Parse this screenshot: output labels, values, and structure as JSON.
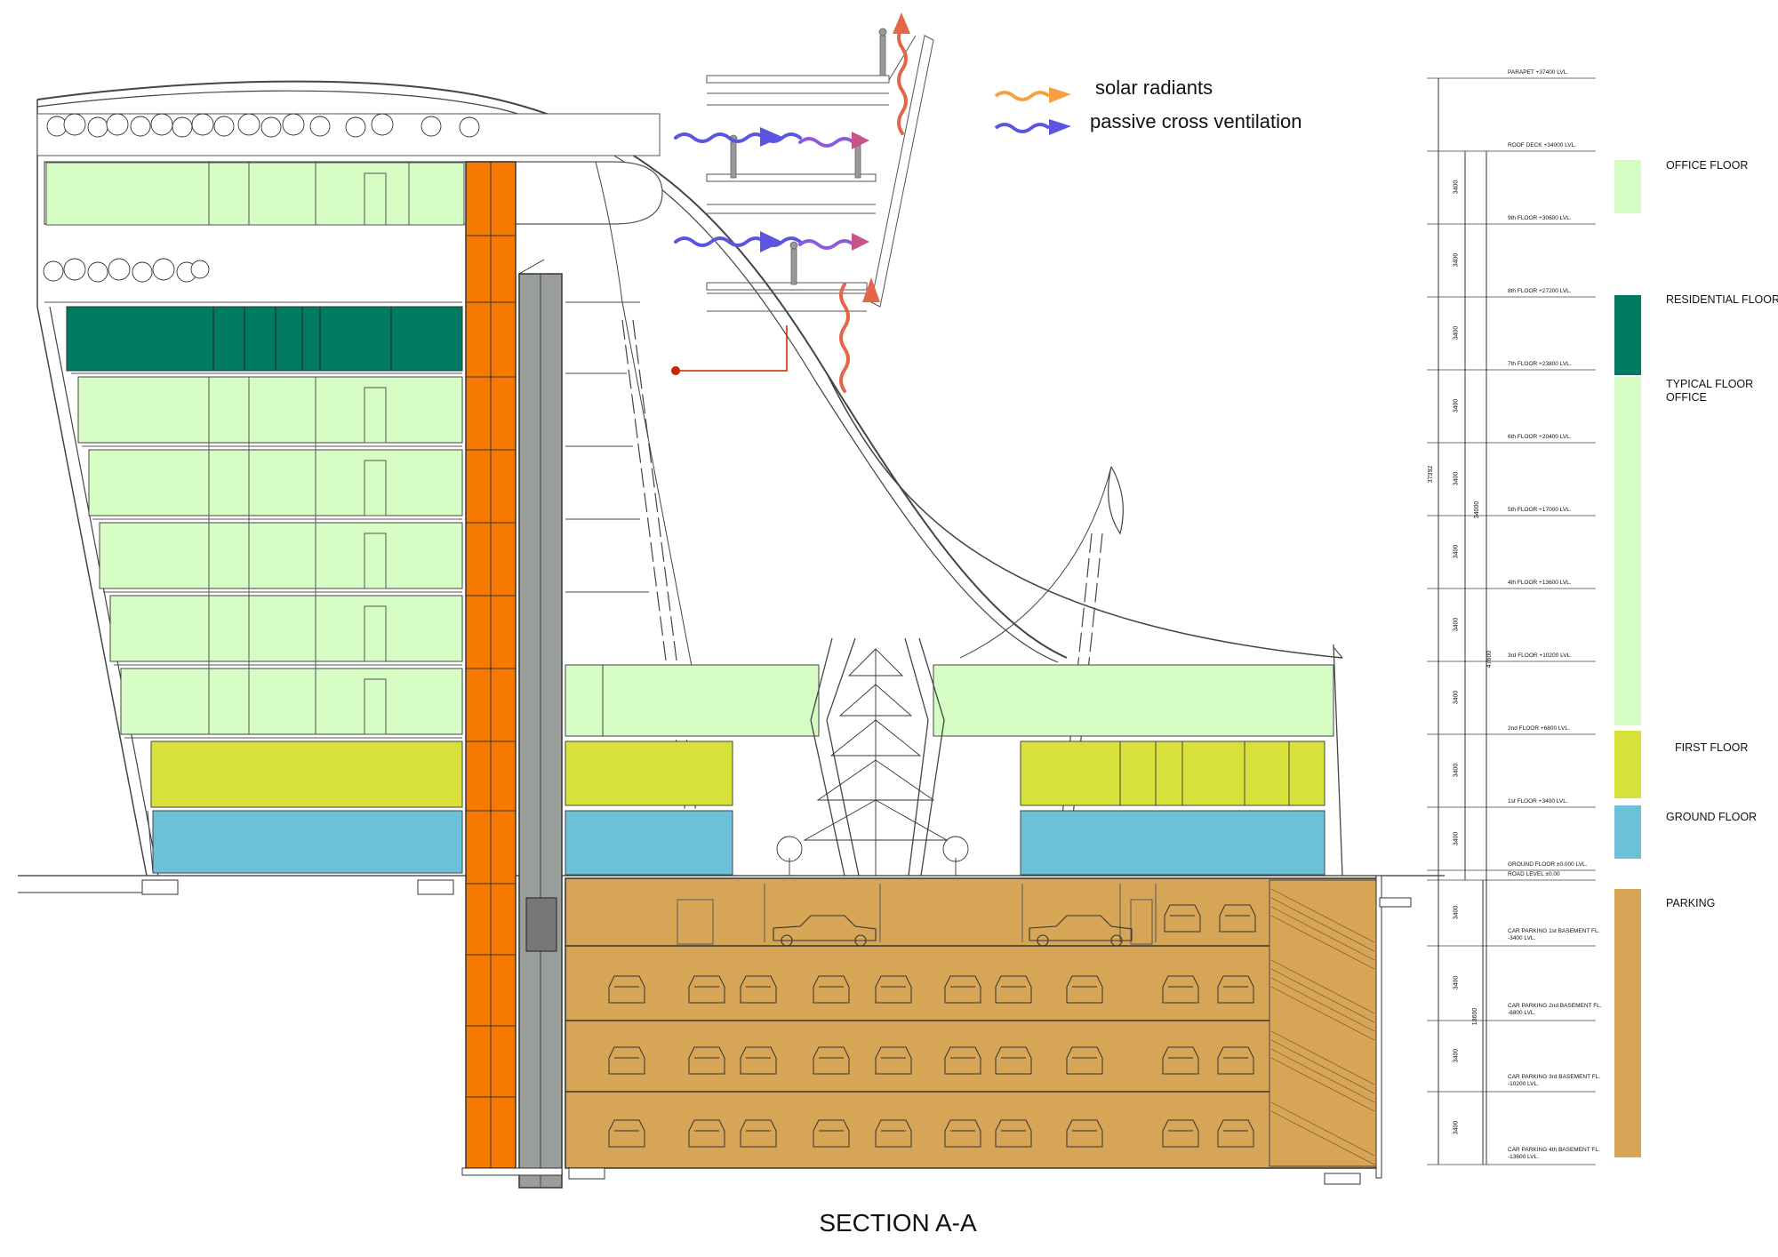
{
  "title": "SECTION A-A",
  "key": {
    "solar": {
      "label": "solar radiants",
      "color": "#f5a142"
    },
    "ventilation": {
      "label": "passive cross ventilation",
      "color": "#5b55e0"
    }
  },
  "legend": [
    {
      "label": "OFFICE FLOOR",
      "color": "#d6fdc3"
    },
    {
      "label": "RESIDENTIAL FLOOR",
      "color": "#007b63"
    },
    {
      "label": "TYPICAL FLOOR OFFICE",
      "color": "#d6fdc3"
    },
    {
      "label": "FIRST FLOOR",
      "color": "#d9e23a"
    },
    {
      "label": "GROUND FLOOR",
      "color": "#6cc1d8"
    },
    {
      "label": "PARKING",
      "color": "#d6a656"
    }
  ],
  "levels": [
    {
      "label": "PARAPET +37400 LVL."
    },
    {
      "label": "ROOF DECK +34000 LVL."
    },
    {
      "label": "9th FLOOR +30600 LVL."
    },
    {
      "label": "8th FLOOR +27200 LVL."
    },
    {
      "label": "7th FLOOR +23800 LVL."
    },
    {
      "label": "6th FLOOR +20400 LVL."
    },
    {
      "label": "5th FLOOR +17000 LVL."
    },
    {
      "label": "4th FLOOR +13600 LVL."
    },
    {
      "label": "3rd FLOOR +10200 LVL."
    },
    {
      "label": "2nd FLOOR +6800 LVL."
    },
    {
      "label": "1st FLOOR +3400 LVL."
    },
    {
      "label": "GROUND FLOOR ±0.000 LVL."
    },
    {
      "label": "ROAD LEVEL ±0.00"
    },
    {
      "label": "CAR PARKING 1st BASEMENT FL. -3400 LVL."
    },
    {
      "label": "CAR PARKING 2nd BASEMENT FL. -6800 LVL."
    },
    {
      "label": "CAR PARKING 3rd BASEMENT FL. -10200 LVL."
    },
    {
      "label": "CAR PARKING 4th BASEMENT FL. -13600 LVL."
    }
  ],
  "dimensions": {
    "floor_height": "3400",
    "total_above": "37392",
    "total_building": "34000",
    "total_overall": "47600",
    "basement_total": "13600"
  }
}
